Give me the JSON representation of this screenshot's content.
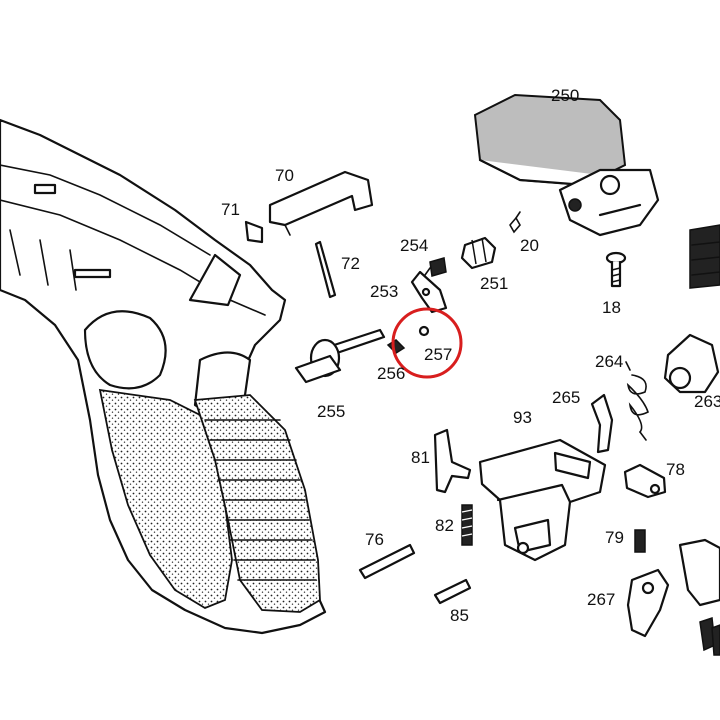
{
  "parts": [
    {
      "id": "label-70",
      "text": "70"
    },
    {
      "id": "label-71",
      "text": "71"
    },
    {
      "id": "label-72",
      "text": "72"
    },
    {
      "id": "label-250",
      "text": "250"
    },
    {
      "id": "label-254",
      "text": "254"
    },
    {
      "id": "label-20",
      "text": "20"
    },
    {
      "id": "label-251",
      "text": "251"
    },
    {
      "id": "label-253",
      "text": "253"
    },
    {
      "id": "label-18",
      "text": "18"
    },
    {
      "id": "label-257",
      "text": "257"
    },
    {
      "id": "label-256",
      "text": "256"
    },
    {
      "id": "label-255",
      "text": "255"
    },
    {
      "id": "label-264",
      "text": "264"
    },
    {
      "id": "label-265",
      "text": "265"
    },
    {
      "id": "label-263",
      "text": "263"
    },
    {
      "id": "label-93",
      "text": "93"
    },
    {
      "id": "label-81",
      "text": "81"
    },
    {
      "id": "label-78",
      "text": "78"
    },
    {
      "id": "label-82",
      "text": "82"
    },
    {
      "id": "label-76",
      "text": "76"
    },
    {
      "id": "label-79",
      "text": "79"
    },
    {
      "id": "label-85",
      "text": "85"
    },
    {
      "id": "label-267",
      "text": "267"
    }
  ],
  "highlight": {
    "part": "257",
    "color": "#d81e1e"
  }
}
